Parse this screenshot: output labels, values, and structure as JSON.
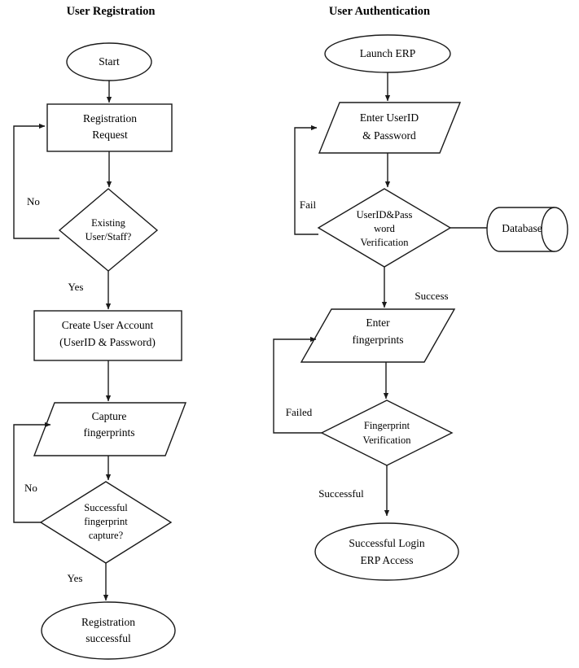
{
  "diagram": {
    "kind": "flowchart",
    "columns": [
      {
        "id": "user-registration",
        "title": "User Registration",
        "nodes": [
          {
            "id": "start",
            "shape": "ellipse",
            "lines": [
              "Start"
            ]
          },
          {
            "id": "registration-request",
            "shape": "process",
            "lines": [
              "Registration",
              "Request"
            ]
          },
          {
            "id": "existing-user-decision",
            "shape": "decision",
            "lines": [
              "Existing",
              "User/Staff?"
            ]
          },
          {
            "id": "create-user-account",
            "shape": "process",
            "lines": [
              "Create User Account",
              "(UserID & Password)"
            ]
          },
          {
            "id": "capture-fingerprints",
            "shape": "io",
            "lines": [
              "Capture",
              "fingerprints"
            ]
          },
          {
            "id": "successful-capture-decision",
            "shape": "decision",
            "lines": [
              "Successful",
              "fingerprint",
              "capture?"
            ]
          },
          {
            "id": "registration-successful",
            "shape": "ellipse",
            "lines": [
              "Registration",
              "successful"
            ]
          }
        ],
        "edge_labels": [
          {
            "id": "existing-no",
            "text": "No"
          },
          {
            "id": "existing-yes",
            "text": "Yes"
          },
          {
            "id": "capture-no",
            "text": "No"
          },
          {
            "id": "capture-yes",
            "text": "Yes"
          }
        ]
      },
      {
        "id": "user-authentication",
        "title": "User Authentication",
        "nodes": [
          {
            "id": "launch-erp",
            "shape": "ellipse",
            "lines": [
              "Launch ERP"
            ]
          },
          {
            "id": "enter-userid-password",
            "shape": "io",
            "lines": [
              "Enter UserID",
              "& Password"
            ]
          },
          {
            "id": "userid-password-verification",
            "shape": "decision",
            "lines": [
              "UserID&Pass",
              "word",
              "Verification"
            ]
          },
          {
            "id": "database",
            "shape": "cylinder",
            "lines": [
              "Database"
            ]
          },
          {
            "id": "enter-fingerprints",
            "shape": "io",
            "lines": [
              "Enter",
              "fingerprints"
            ]
          },
          {
            "id": "fingerprint-verification",
            "shape": "decision",
            "lines": [
              "Fingerprint",
              "Verification"
            ]
          },
          {
            "id": "successful-login",
            "shape": "ellipse",
            "lines": [
              "Successful Login",
              "ERP Access"
            ]
          }
        ],
        "edge_labels": [
          {
            "id": "verification-fail",
            "text": "Fail"
          },
          {
            "id": "verification-success",
            "text": "Success"
          },
          {
            "id": "fingerprint-failed",
            "text": "Failed"
          },
          {
            "id": "fingerprint-successful",
            "text": "Successful"
          }
        ]
      }
    ],
    "colors": {
      "stroke": "#1a1a1a",
      "fill": "#ffffff",
      "text": "#000000"
    }
  }
}
